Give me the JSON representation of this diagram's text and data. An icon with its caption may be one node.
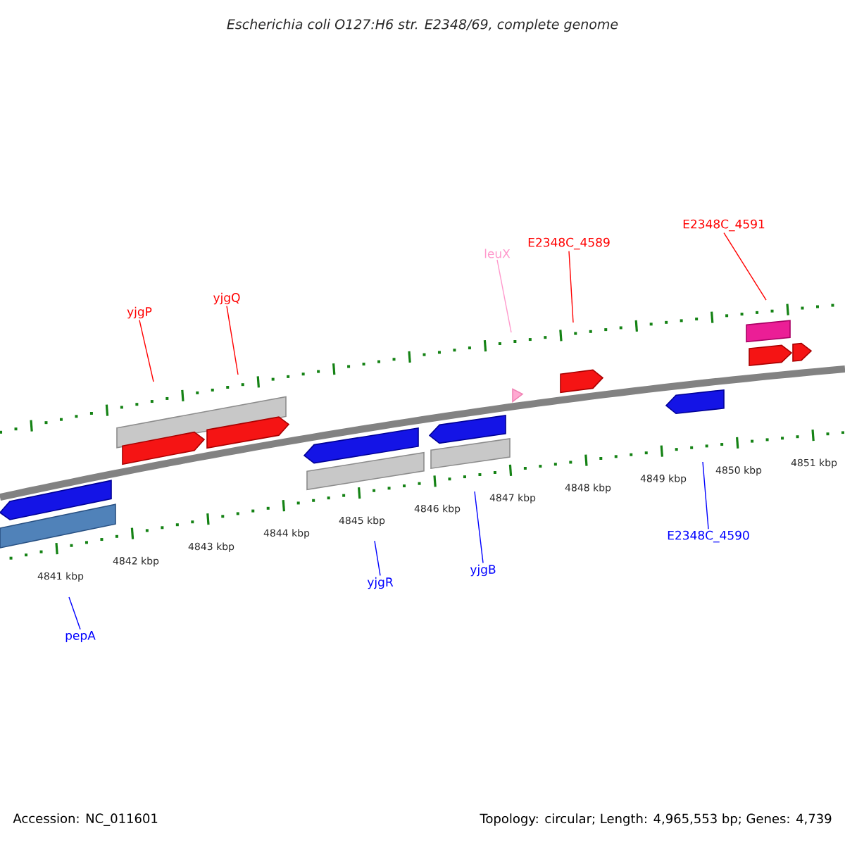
{
  "diagram": {
    "title": "Escherichia coli O127:H6 str. E2348/69, complete genome",
    "nodes": [
      {
        "text": [
          "yjgP"
        ]
      },
      {
        "text": [
          "yjgQ"
        ]
      },
      {
        "text": [
          "leuX"
        ]
      },
      {
        "text": [
          "E2348C_4589"
        ]
      },
      {
        "text": [
          "E2348C_4591"
        ]
      },
      {
        "text": [
          "pepA"
        ]
      },
      {
        "text": [
          "yjgR"
        ]
      },
      {
        "text": [
          "yjgB"
        ]
      },
      {
        "text": [
          "E2348C_4590"
        ]
      },
      {
        "text": [],
        "shape": "pentagon"
      },
      {
        "text": [],
        "shape": "bar"
      },
      {
        "text": [],
        "shape": "bar"
      },
      {
        "text": [],
        "shape": "pentagon"
      },
      {
        "text": [],
        "shape": "pentagon"
      },
      {
        "text": [],
        "shape": "pentagon"
      },
      {
        "text": [],
        "shape": "bar"
      },
      {
        "text": [],
        "shape": "pentagon"
      },
      {
        "text": [],
        "shape": "bar"
      },
      {
        "text": [],
        "shape": "pentagon"
      },
      {
        "text": [],
        "shape": "pentagon"
      },
      {
        "text": [],
        "shape": "pentagon"
      },
      {
        "text": [],
        "shape": "bar"
      },
      {
        "text": [],
        "shape": "pentagon"
      },
      {
        "text": [],
        "shape": "pentagon"
      }
    ],
    "edges": [
      {
        "from": 0,
        "to": null,
        "arrow": "none",
        "color": "#ff0000"
      },
      {
        "from": 1,
        "to": null,
        "arrow": "none",
        "color": "#ff0000"
      },
      {
        "from": 2,
        "to": null,
        "arrow": "none",
        "color": "#ff99cc"
      },
      {
        "from": 3,
        "to": null,
        "arrow": "none",
        "color": "#ff0000"
      },
      {
        "from": 4,
        "to": null,
        "arrow": "none",
        "color": "#ff0000"
      },
      {
        "from": 5,
        "to": null,
        "arrow": "none",
        "color": "#0000ff"
      },
      {
        "from": 6,
        "to": null,
        "arrow": "none",
        "color": "#0000ff"
      },
      {
        "from": 7,
        "to": null,
        "arrow": "none",
        "color": "#0000ff"
      },
      {
        "from": 8,
        "to": null,
        "arrow": "none",
        "color": "#0000ff"
      }
    ],
    "labels": [
      "4841 kbp",
      "4842 kbp",
      "4843 kbp",
      "4844 kbp",
      "4845 kbp",
      "4846 kbp",
      "4847 kbp",
      "4848 kbp",
      "4849 kbp",
      "4850 kbp",
      "4851 kbp",
      "Accession: NC_011601",
      "Topology: circular; Length: 4,965,553 bp; Genes: 4,739"
    ]
  }
}
